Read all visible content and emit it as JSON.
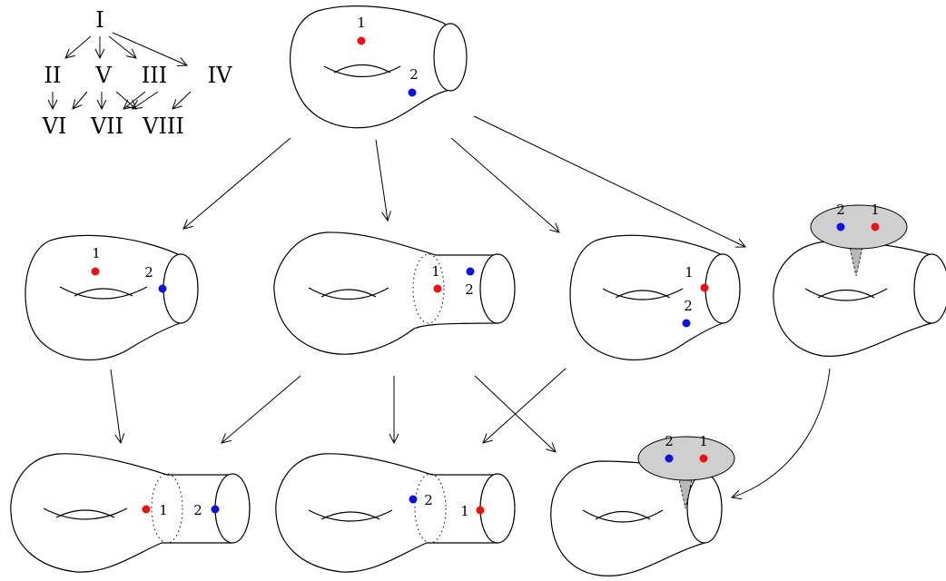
{
  "legend": {
    "nodes": {
      "n1": "I",
      "n2": "II",
      "n3": "V",
      "n4": "III",
      "n5": "IV",
      "n6": "VI",
      "n7": "VII",
      "n8": "VIII"
    }
  },
  "marked_points": {
    "p1": "1",
    "p2": "2"
  },
  "colors": {
    "point_1": "#ee1111",
    "point_2": "#1111dd",
    "bubble": "#cfcfcf"
  }
}
